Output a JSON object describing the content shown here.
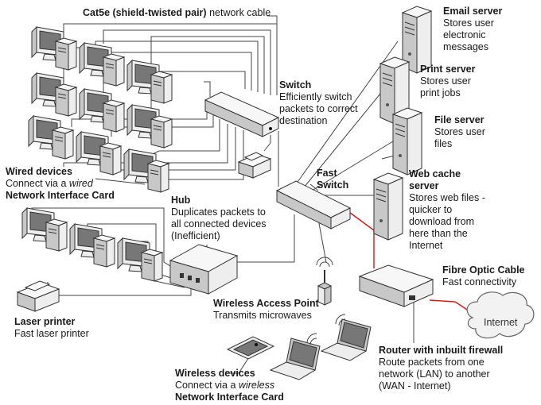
{
  "labels": {
    "cable": {
      "title": "Cat5e (shield-twisted pair)",
      "rest": " network cable"
    },
    "email_server": {
      "title": "Email server",
      "lines": [
        "Stores user",
        "electronic",
        "messages"
      ]
    },
    "print_server": {
      "title": "Print server",
      "lines": [
        "Stores user",
        "print jobs"
      ]
    },
    "file_server": {
      "title": "File server",
      "lines": [
        "Stores user",
        "files"
      ]
    },
    "web_cache": {
      "title": "Web cache",
      "title2": "server",
      "lines": [
        "Stores web files -",
        "quicker to",
        "download from",
        "here than the",
        "Internet"
      ]
    },
    "switch": {
      "title": "Switch",
      "lines": [
        "Efficiently switch",
        "packets to correct",
        "destination"
      ]
    },
    "fast_switch": {
      "title": "Fast",
      "title2": "Switch"
    },
    "wired_devices": {
      "title": "Wired devices",
      "line1_pre": "Connect via a ",
      "line1_em": "wired",
      "line2": "Network Interface Card"
    },
    "hub": {
      "title": "Hub",
      "lines": [
        "Duplicates packets to",
        "all connected devices",
        "(Inefficient)"
      ]
    },
    "fibre": {
      "title": "Fibre Optic Cable",
      "lines": [
        "Fast connectivity"
      ]
    },
    "internet": {
      "title": "Internet"
    },
    "wap": {
      "title": "Wireless Access Point",
      "lines": [
        "Transmits microwaves"
      ]
    },
    "laser": {
      "title": "Laser printer",
      "lines": [
        "Fast laser printer"
      ]
    },
    "router": {
      "title": "Router with inbuilt firewall",
      "lines": [
        "Route packets from one",
        "network (LAN) to another",
        "(WAN - Internet)"
      ]
    },
    "wireless_devices": {
      "title": "Wireless devices",
      "line1_pre": "Connect via a ",
      "line1_em": "wireless",
      "line2": "Network Interface Card"
    }
  },
  "colors": {
    "fibre_cable": "#e01010",
    "wire": "#444444"
  }
}
